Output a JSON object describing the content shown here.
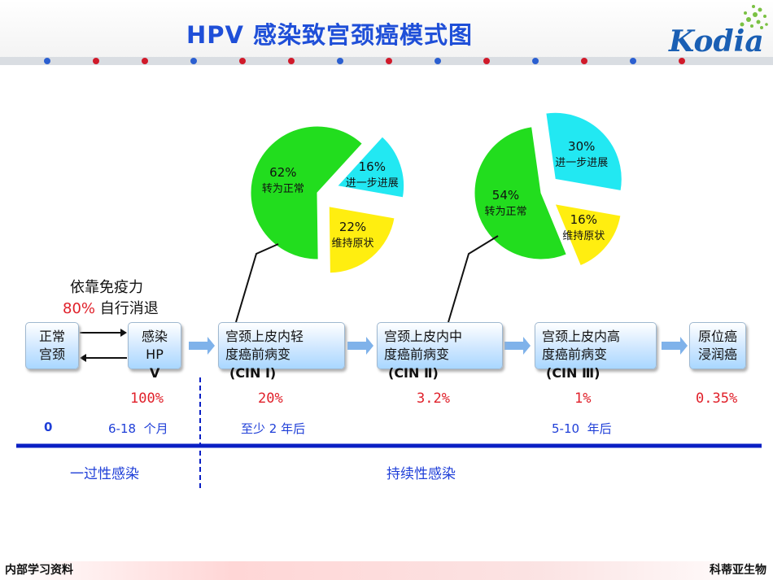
{
  "title": "HPV 感染致宫颈癌模式图",
  "logo": "Kodia",
  "immunity": {
    "line1": "依靠免疫力",
    "pct": "80%",
    "line2": "自行消退"
  },
  "stages": [
    {
      "name": "正常\n宫颈"
    },
    {
      "name": "感染\nHP"
    },
    {
      "name": "宫颈上皮内轻\n度癌前病变"
    },
    {
      "name": "宫颈上皮内中\n度癌前病变"
    },
    {
      "name": "宫颈上皮内高\n度癌前病变"
    },
    {
      "name": "原位癌\n浸润癌"
    }
  ],
  "hpv_tail": "V",
  "cin_labels": [
    "(CIN Ⅰ)",
    "(CIN Ⅱ)",
    "(CIN Ⅲ)"
  ],
  "percentages": [
    "100%",
    "20%",
    "3.2%",
    "1%",
    "0.35%"
  ],
  "timeline": [
    "0",
    "6-18  个月",
    "至少 2 年后",
    "5-10  年后"
  ],
  "phases": [
    "一过性感染",
    "持续性感染"
  ],
  "pies": [
    {
      "slices": [
        {
          "pct": "62%",
          "label": "转为正常",
          "value": 62,
          "color": "#22dd1e"
        },
        {
          "pct": "16%",
          "label": "进一步进展",
          "value": 16,
          "color": "#22e8f2"
        },
        {
          "pct": "22%",
          "label": "维持原状",
          "value": 22,
          "color": "#ffee10"
        }
      ]
    },
    {
      "slices": [
        {
          "pct": "54%",
          "label": "转为正常",
          "value": 54,
          "color": "#22dd1e"
        },
        {
          "pct": "30%",
          "label": "进一步进展",
          "value": 30,
          "color": "#22e8f2"
        },
        {
          "pct": "16%",
          "label": "维持原状",
          "value": 16,
          "color": "#ffee10"
        }
      ]
    }
  ],
  "footer": {
    "left": "内部学习资料",
    "right": "科蒂亚生物"
  }
}
